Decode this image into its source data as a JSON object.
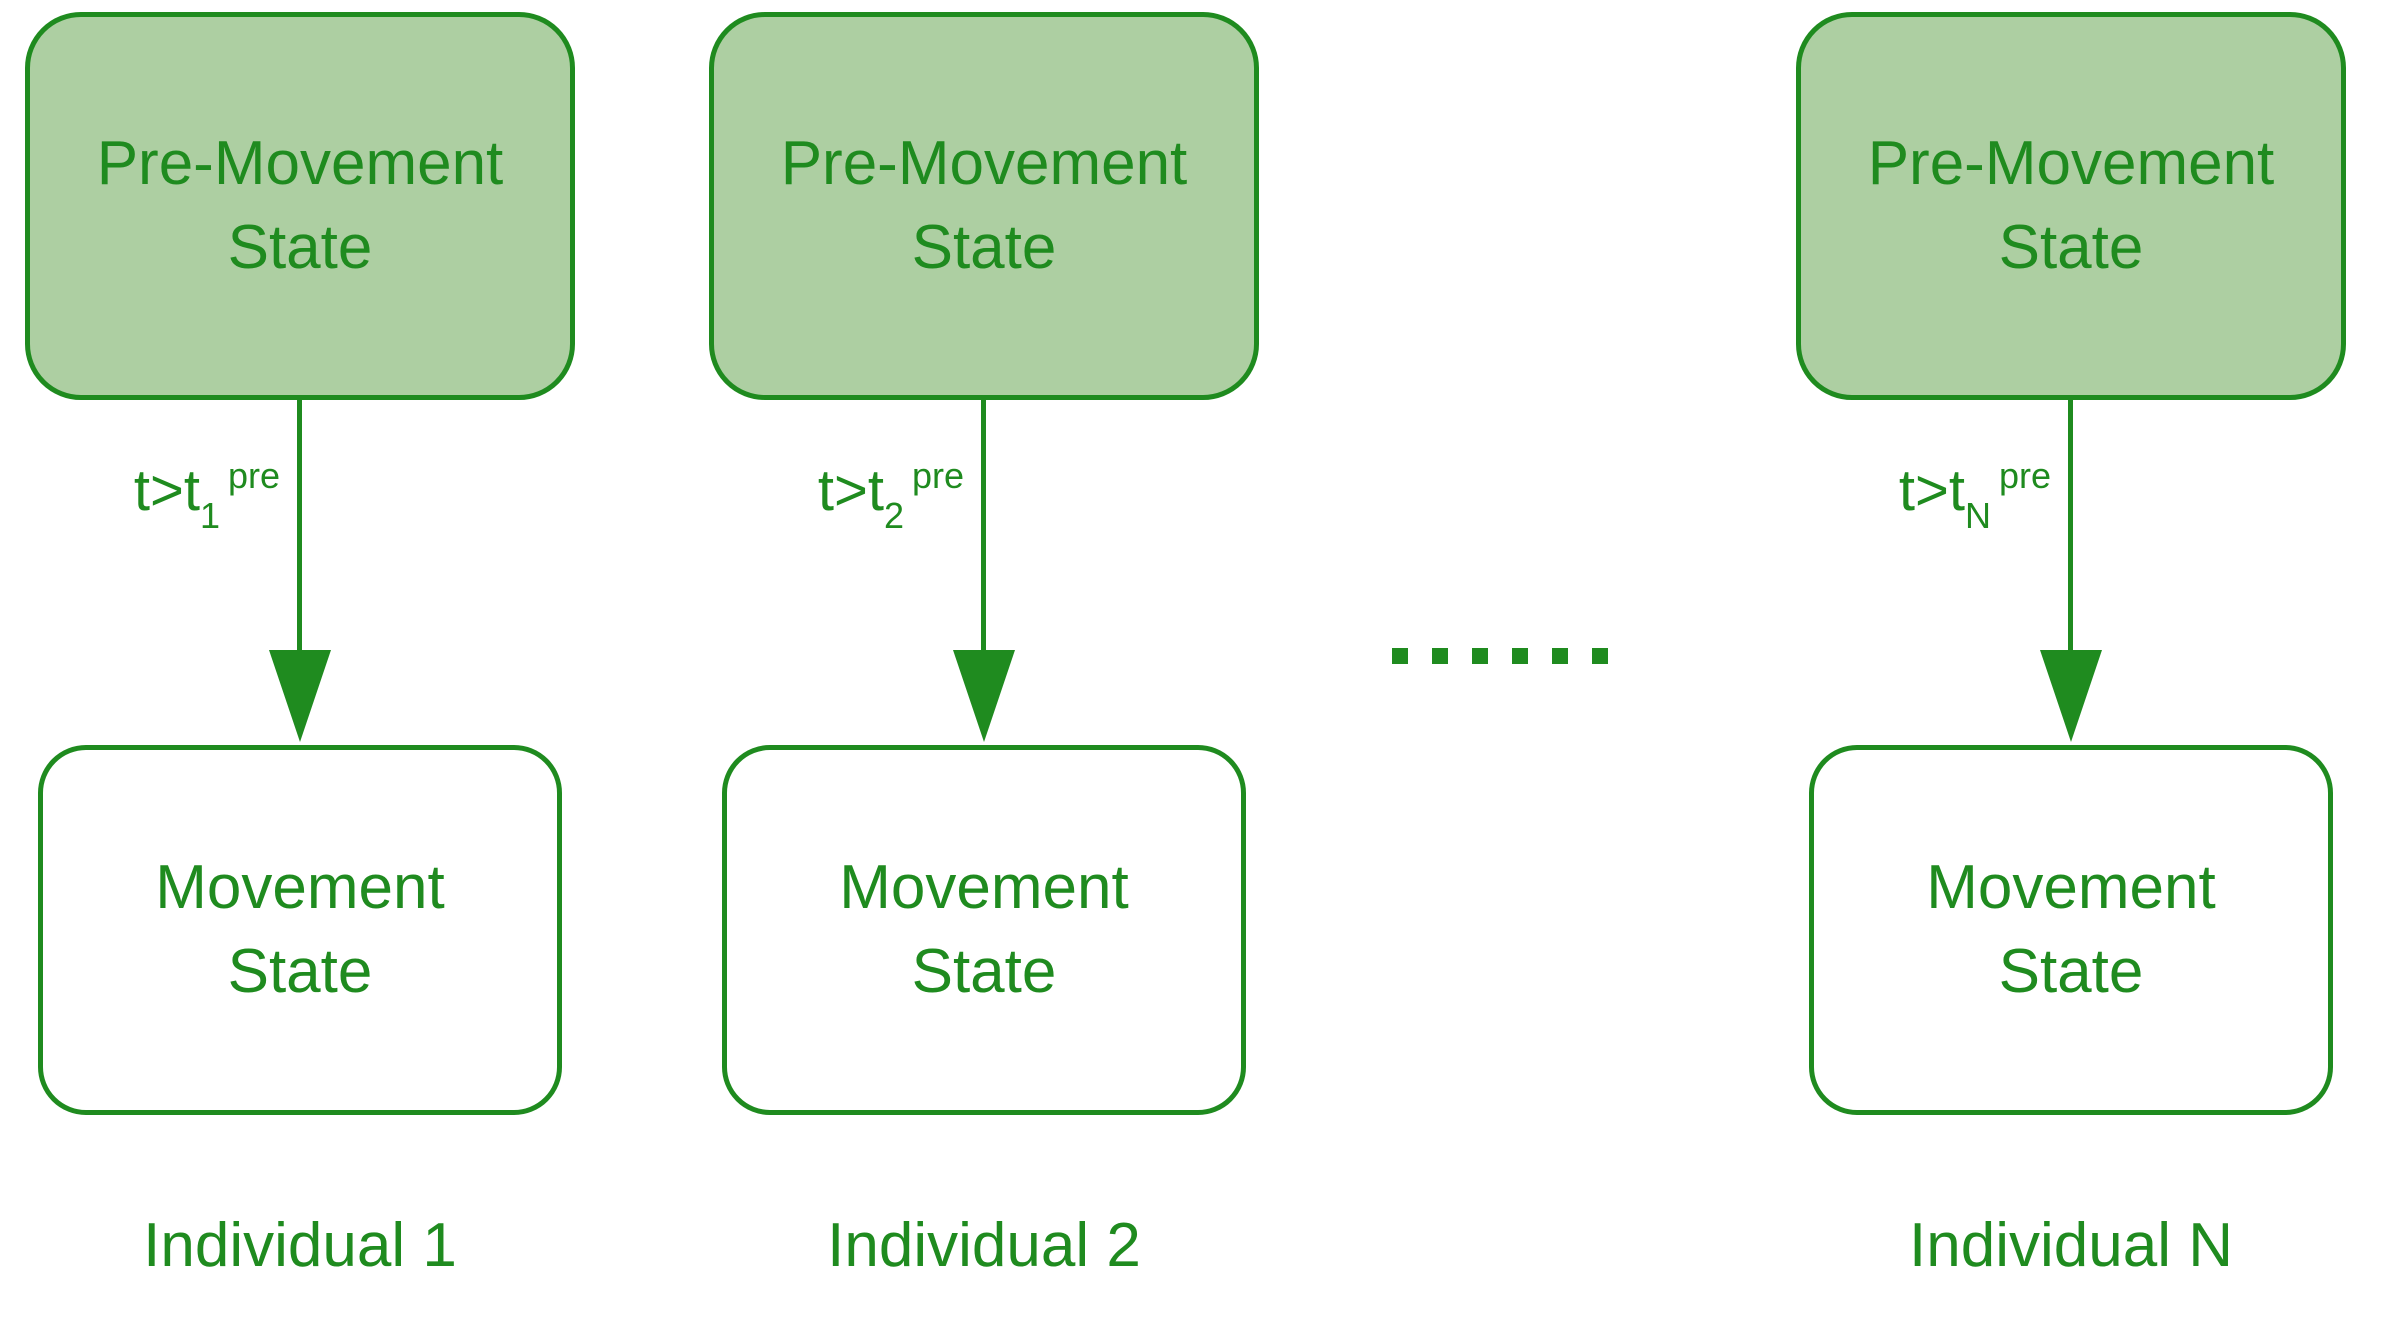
{
  "colors": {
    "stroke_green": "#1f8b1f",
    "box_fill": "#adcfa2",
    "text_green": "#1f8b1f",
    "background": "#ffffff"
  },
  "columns": [
    {
      "top_box": "Pre-Movement\nState",
      "transition": {
        "base": "t>t",
        "sub": "1",
        "sup": "pre"
      },
      "bottom_box": "Movement\nState",
      "caption": "Individual 1"
    },
    {
      "top_box": "Pre-Movement\nState",
      "transition": {
        "base": "t>t",
        "sub": "2",
        "sup": "pre"
      },
      "bottom_box": "Movement\nState",
      "caption": "Individual 2"
    },
    {
      "top_box": "Pre-Movement\nState",
      "transition": {
        "base": "t>t",
        "sub": "N",
        "sup": "pre"
      },
      "bottom_box": "Movement\nState",
      "caption": "Individual N"
    }
  ],
  "ellipsis": {
    "dot_count": 6
  }
}
